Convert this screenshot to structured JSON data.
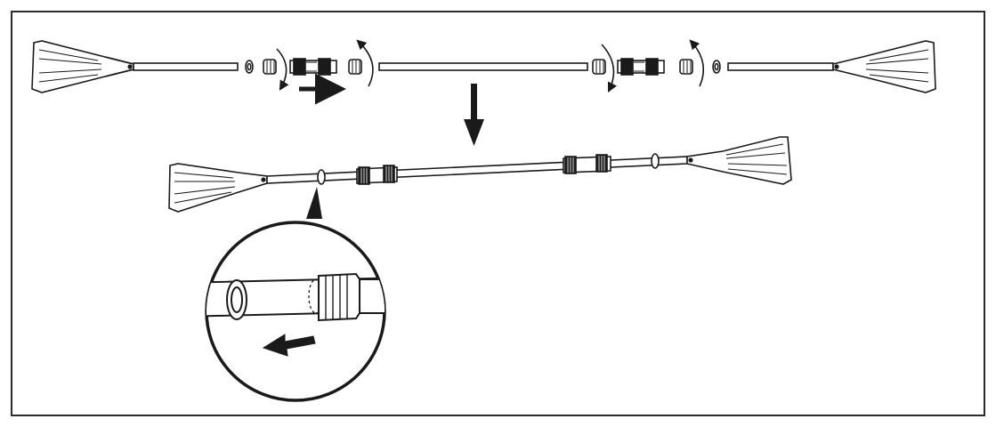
{
  "diagram": {
    "subject": "paddle-assembly",
    "colors": {
      "line": "#1a1a1a",
      "fill": "#ffffff",
      "frame": "#2b2b2b"
    },
    "parts": {
      "blade": "paddle-blade",
      "shaft": "shaft-tube",
      "connector": "threaded-connector",
      "nut": "lock-nut",
      "ring": "drip-ring"
    },
    "arrows": {
      "rotate": "rotate-arrow",
      "slide": "slide-arrow",
      "down": "down-arrow",
      "detail": "detail-arrow"
    }
  }
}
